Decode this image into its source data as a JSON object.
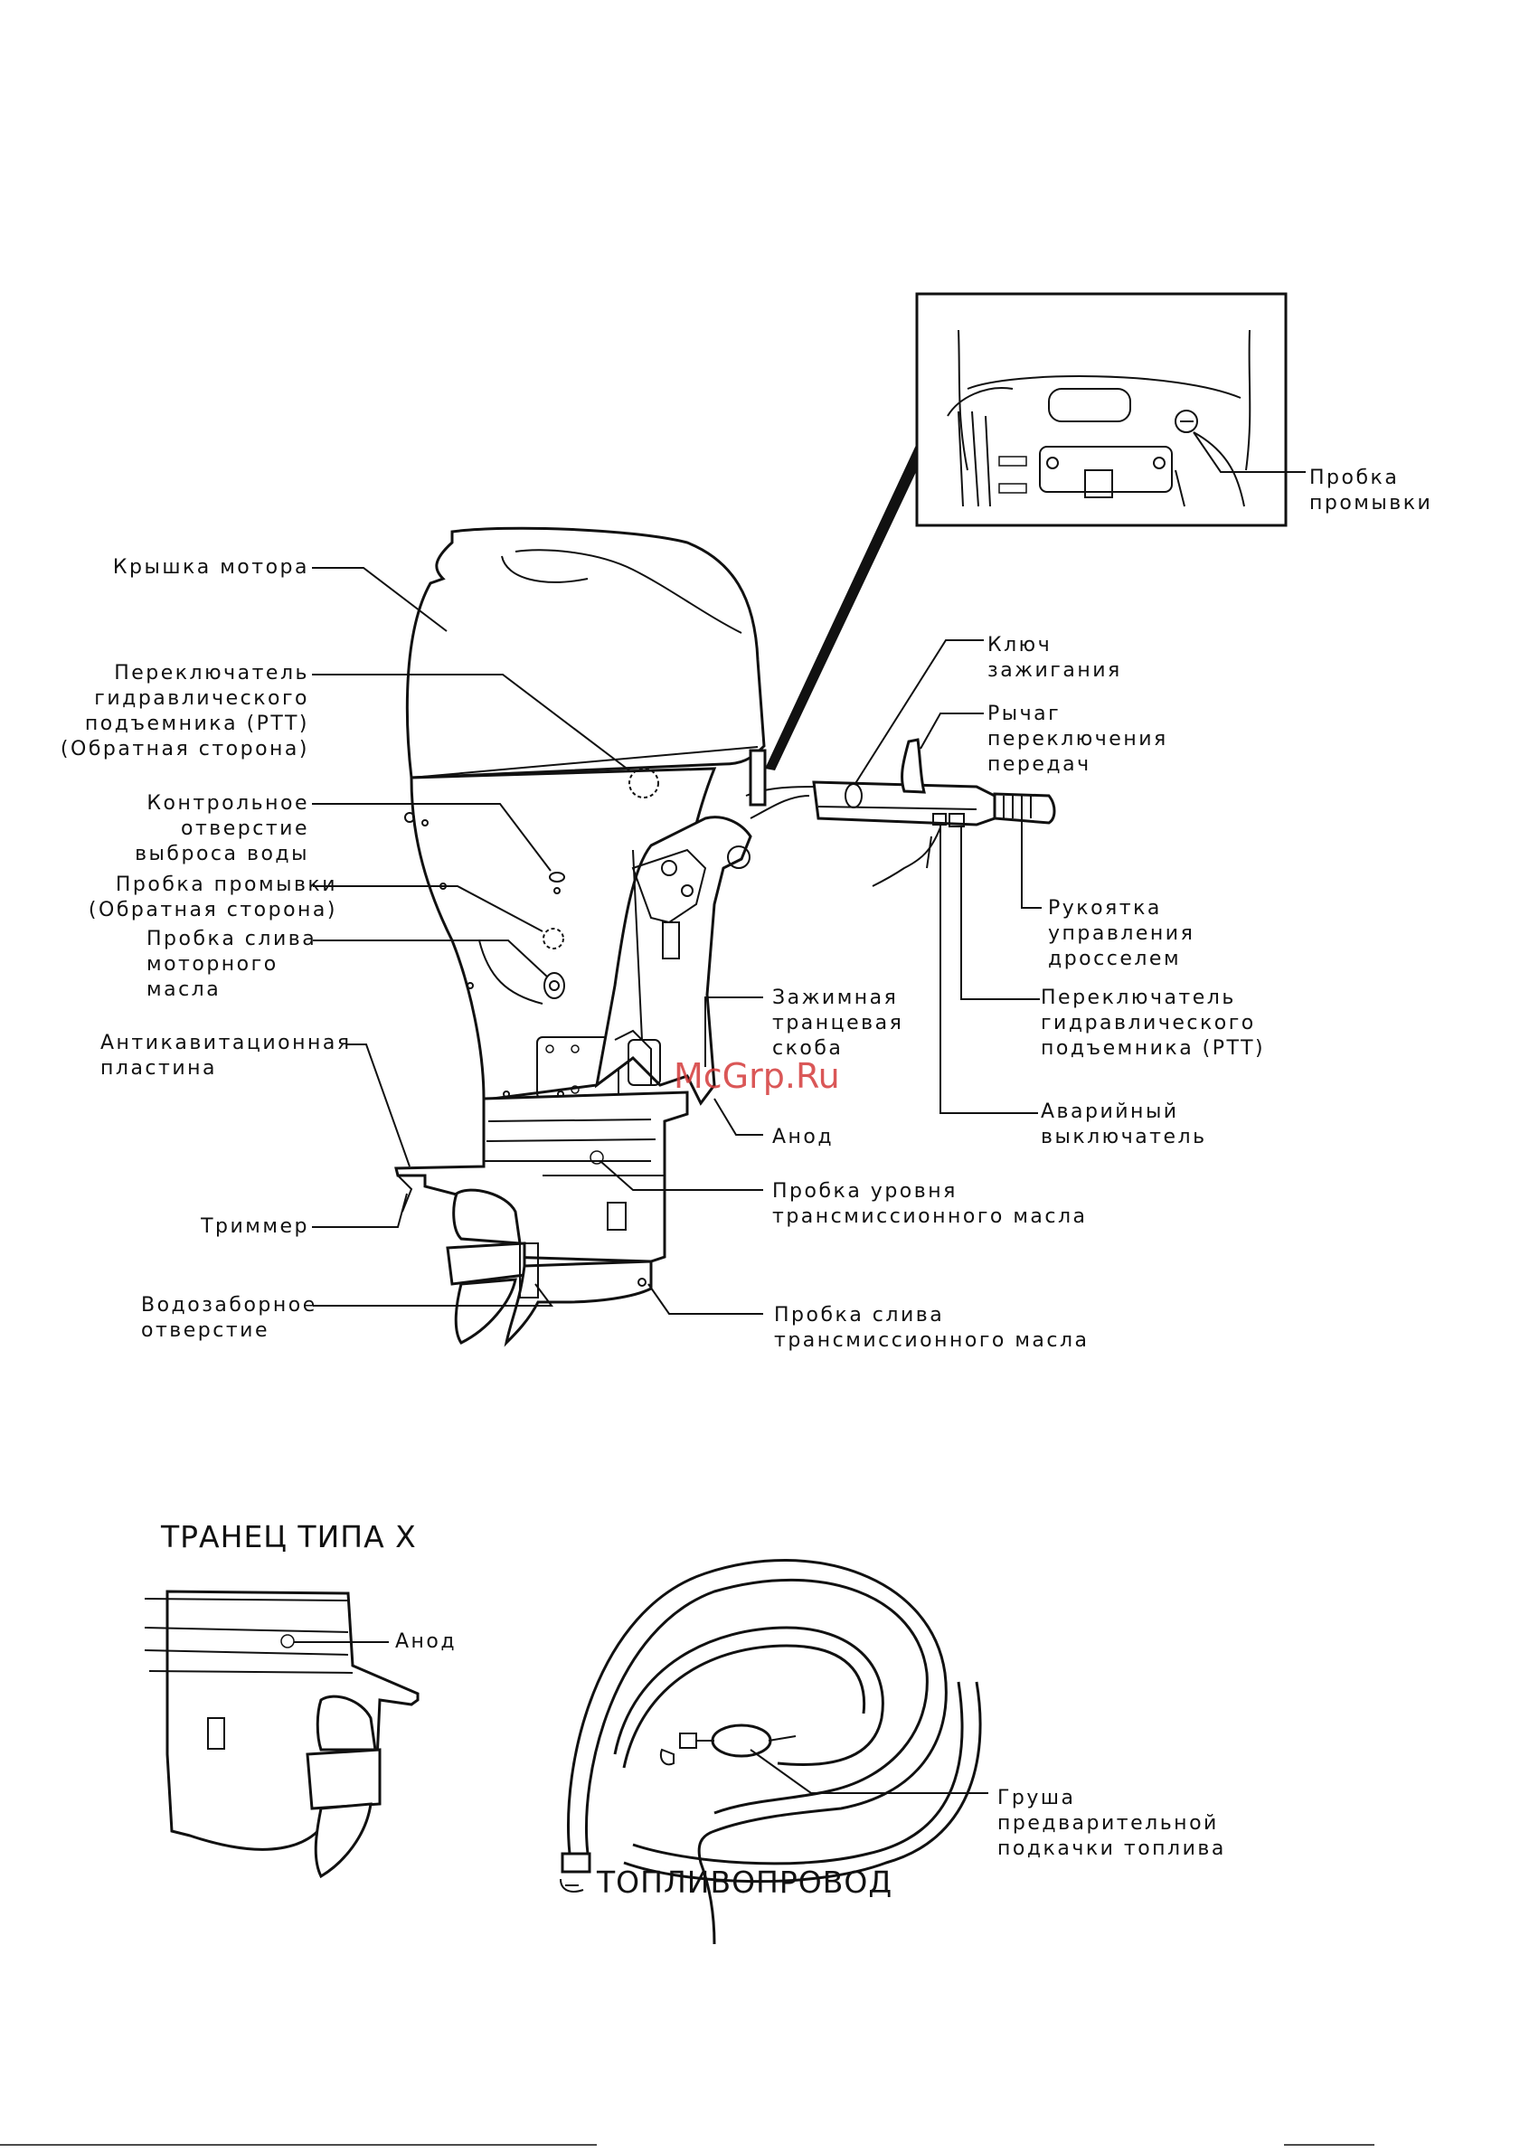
{
  "labels": {
    "motor_cover": "Крышка мотора",
    "ptt_switch_back": [
      "Переключатель",
      "гидравлического",
      "подъемника (PTT)",
      "(Обратная сторона)"
    ],
    "water_check_hole": [
      "Контрольное",
      "отверстие",
      "выброса воды"
    ],
    "flush_plug_back": [
      "Пробка промывки",
      "(Обратная сторона)"
    ],
    "engine_oil_drain": [
      "Пробка слива",
      "моторного",
      "масла"
    ],
    "anticavitation_plate": [
      "Антикавитационная",
      "пластина"
    ],
    "trim_tab": "Триммер",
    "water_intake": [
      "Водозаборное",
      "отверстие"
    ],
    "flush_plug_inset": [
      "Пробка",
      "промывки"
    ],
    "ignition_key": [
      "Ключ",
      "зажигания"
    ],
    "shift_lever": [
      "Рычаг",
      "переключения",
      "передач"
    ],
    "throttle_grip": [
      "Рукоятка",
      "управления",
      "дросселем"
    ],
    "ptt_switch": [
      "Переключатель",
      "гидравлического",
      "подъемника (PTT)"
    ],
    "stop_switch": [
      "Аварийный",
      "выключатель"
    ],
    "clamp_bracket": [
      "Зажимная",
      "транцевая",
      "скоба"
    ],
    "anode": "Анод",
    "gear_oil_level": [
      "Пробка уровня",
      "трансмиссионного масла"
    ],
    "gear_oil_drain": [
      "Пробка слива",
      "трансмиссионного масла"
    ],
    "anode_x": "Анод",
    "primer_bulb": [
      "Груша",
      "предварительной",
      "подкачки топлива"
    ]
  },
  "headings": {
    "x_transom": "ТРАНЕЦ ТИПА X",
    "fuel_line": "ТОПЛИВОПРОВОД"
  },
  "watermark": "McGrp.Ru"
}
